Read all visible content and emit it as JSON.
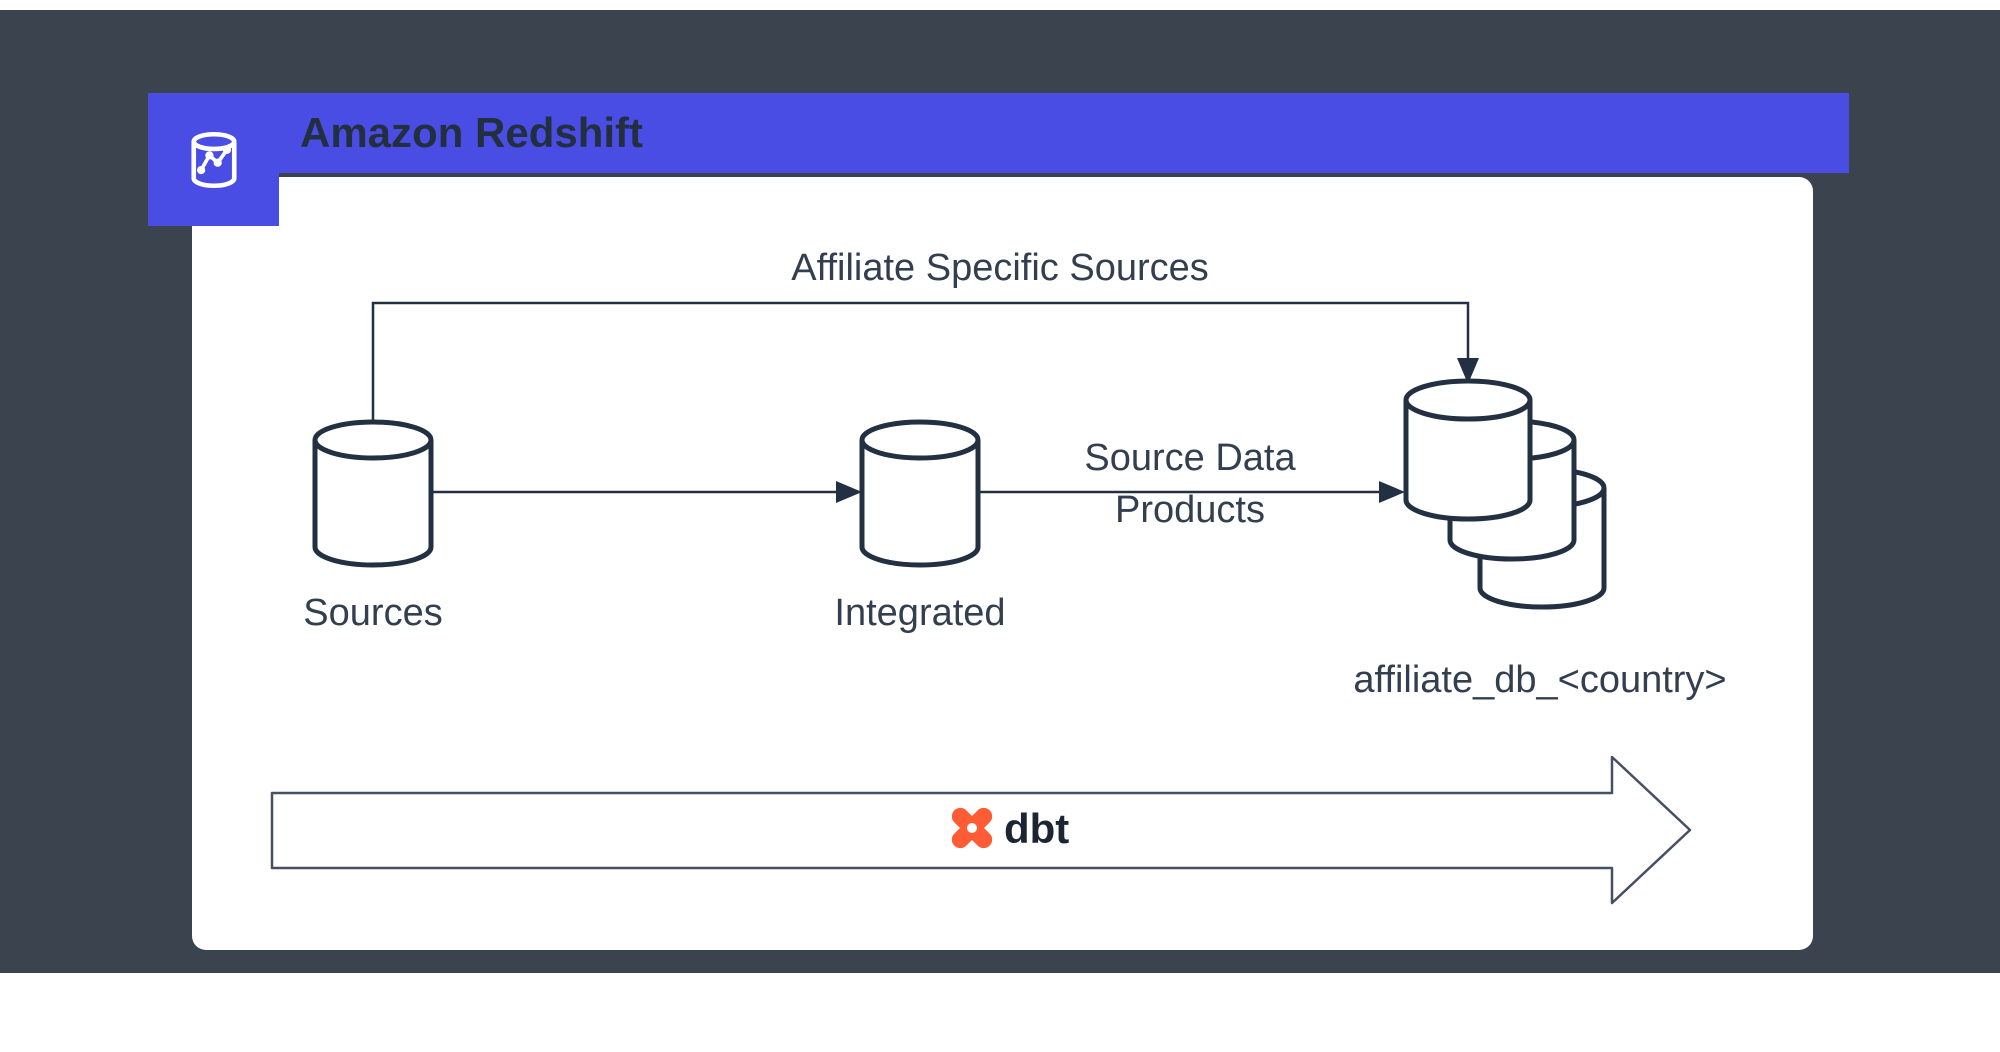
{
  "colors": {
    "background_dark": "#3b434e",
    "card": "#ffffff",
    "redshift_blue": "#4a4de4",
    "diagram_stroke": "#223042",
    "label_text": "#333f4e",
    "dbt_orange": "#ff5c35",
    "dbt_text": "#1c2533"
  },
  "header": {
    "title": "Amazon Redshift",
    "icon": "redshift-database-icon"
  },
  "diagram": {
    "node_labels": {
      "sources": "Sources",
      "integrated": "Integrated",
      "affiliate_db": "affiliate_db_<country>"
    },
    "edge_labels": {
      "affiliate_specific_sources": "Affiliate Specific Sources",
      "source_data_line1": "Source Data",
      "source_data_line2": "Products"
    },
    "edges": [
      {
        "from": "sources",
        "to": "affiliate_db",
        "label": "Affiliate Specific Sources"
      },
      {
        "from": "sources",
        "to": "integrated",
        "label": ""
      },
      {
        "from": "integrated",
        "to": "affiliate_db",
        "label": "Source Data Products"
      }
    ]
  },
  "dbt": {
    "label": "dbt",
    "icon": "dbt-logo-icon"
  }
}
